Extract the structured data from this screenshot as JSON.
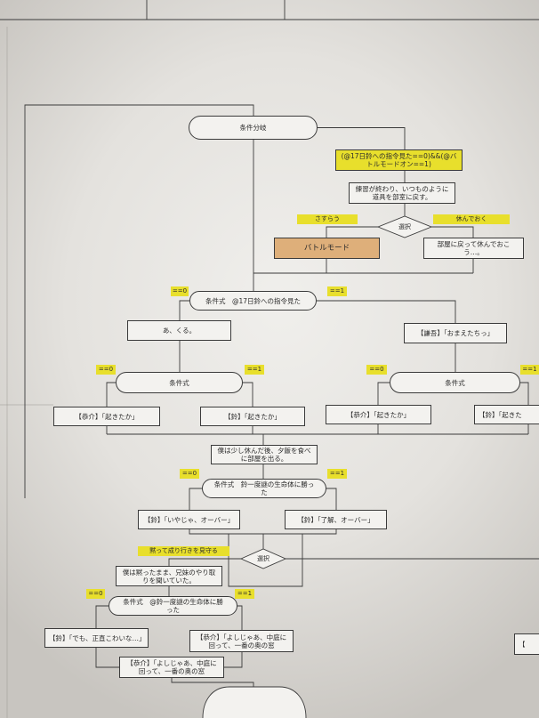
{
  "colors": {
    "node_fill": "#f3f2ef",
    "stroke": "#3b3b3b",
    "condition_label": "#e8df2c",
    "highlight_node": "#deaf7a",
    "text": "#2b2b2b"
  },
  "flowchart": {
    "branch_start": {
      "label": "条件分岐"
    },
    "battle_condition": {
      "label": "(@17日鈴への指令見た==0)&&(@バトルモードオン==1)"
    },
    "practice_end": {
      "text": "練習が終わり、いつものように道具を部室に戻す。"
    },
    "choice_battle": {
      "label": "選択",
      "options": [
        "さすらう",
        "休んでおく"
      ]
    },
    "battle_mode": {
      "text": "バトルモード"
    },
    "rest_in_room": {
      "text": "部屋に戻って休んでおこう…。"
    },
    "cond_order_seen": {
      "label": "条件式　@17日鈴への指令見た",
      "false_label": "==0",
      "true_label": "==1"
    },
    "ah_coming": {
      "text": "あ、くる。"
    },
    "kengo_shout": {
      "text": "【謙吾】「おまえたちっ」"
    },
    "cond_left": {
      "label": "条件式",
      "false_label": "==0",
      "true_label": "==1"
    },
    "cond_right": {
      "label": "条件式",
      "false_label": "==0",
      "true_label": "==1"
    },
    "kyosuke_awake_left": {
      "text": "【恭介】「起きたか」"
    },
    "rin_awake_left": {
      "text": "【鈴】「起きたか」"
    },
    "kyosuke_awake_right": {
      "text": "【恭介】「起きたか」"
    },
    "rin_awake_right": {
      "text": "【鈴】「起きた"
    },
    "go_to_dinner": {
      "text": "僕は少し休んだ後、夕飯を食べに部屋を出る。"
    },
    "cond_beat_creature": {
      "label": "条件式　鈴一度謎の生命体に勝った",
      "false_label": "==0",
      "true_label": "==1"
    },
    "rin_refuse": {
      "text": "【鈴】「いやじゃ、オーバー」"
    },
    "rin_roger": {
      "text": "【鈴】「了解、オーバー」"
    },
    "choice_watch": {
      "label": "選択",
      "options": [
        "黙って成り行きを見守る"
      ]
    },
    "silent_listen": {
      "text": "僕は黙ったまま、兄妹のやり取りを聞いていた。"
    },
    "cond_beat_creature_2": {
      "label": "条件式　@鈴一度謎の生命体に勝った",
      "false_label": "==0",
      "true_label": "==1"
    },
    "rin_scared": {
      "text": "【鈴】「でも、正直こわいな…」"
    },
    "kyosuke_courtyard_right": {
      "text": "【恭介】「よしじゃあ、中庭に回って、一番の奥の窓"
    },
    "kyosuke_courtyard_center": {
      "text": "【恭介】「よしじゃあ、中庭に回って、一番の奥の窓"
    },
    "offscreen_node_right": {
      "text": "【"
    }
  }
}
